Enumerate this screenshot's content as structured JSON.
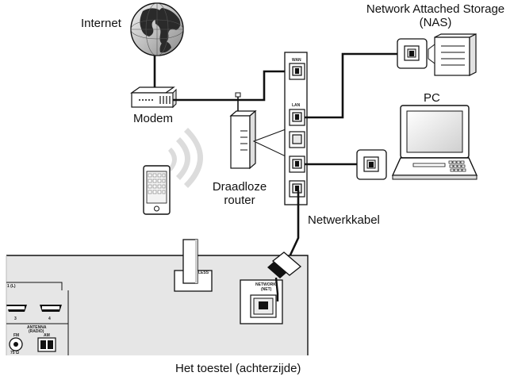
{
  "labels": {
    "internet": "Internet",
    "modem": "Modem",
    "nas_line1": "Network Attached Storage",
    "nas_line2": "(NAS)",
    "pc": "PC",
    "router_line1": "Draadloze",
    "router_line2": "router",
    "cable": "Netwerkkabel",
    "device": "Het toestel (achterzijde)"
  },
  "router_ports": {
    "wan": "WAN",
    "lan": "LAN"
  },
  "device_panel": {
    "wireless_fragment": "LESS",
    "network_port_line1": "NETWORK",
    "network_port_line2": "(NET)",
    "hdmi_left": "3",
    "hdmi_right": "4",
    "antenna_line1": "ANTENNA",
    "antenna_line2": "(RADIO)",
    "fm": "FM",
    "am": "AM",
    "fm_sub": "75 Ω",
    "edge_fragment": "1 (L)"
  },
  "colors": {
    "line": "#111111",
    "panel_fill": "#e6e6e6",
    "globe_dark": "#2a2a2a",
    "globe_light": "#bdbdbd"
  }
}
